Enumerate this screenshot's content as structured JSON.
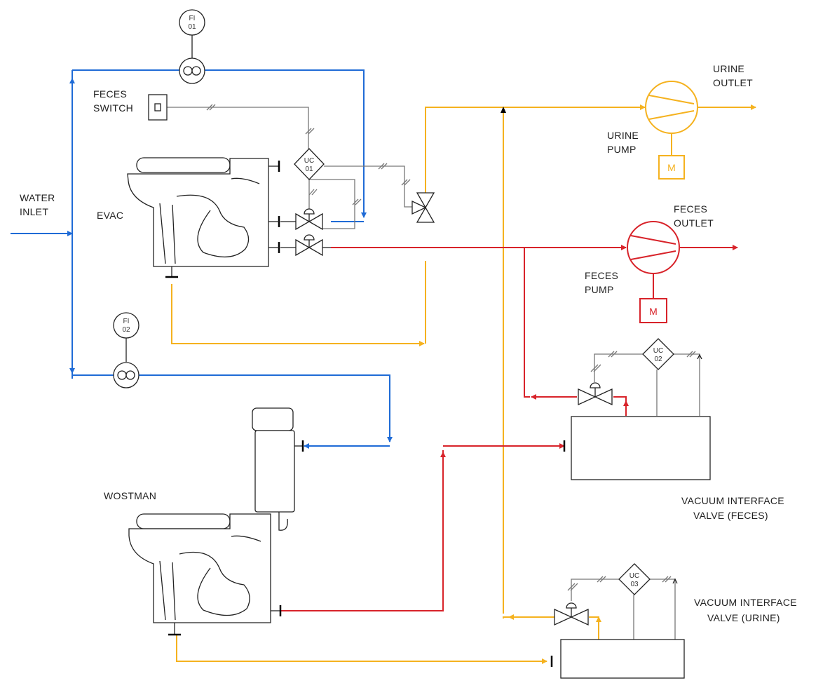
{
  "labels": {
    "water_inlet": [
      "WATER",
      "INLET"
    ],
    "evac": "EVAC",
    "feces_switch": [
      "FECES",
      "SWITCH"
    ],
    "urine_outlet": [
      "URINE",
      "OUTLET"
    ],
    "urine_pump": [
      "URINE",
      "PUMP"
    ],
    "feces_outlet": [
      "FECES",
      "OUTLET"
    ],
    "feces_pump": [
      "FECES",
      "PUMP"
    ],
    "wostman": "WOSTMAN",
    "vif": [
      "VACUUM INTERFACE",
      "VALVE (FECES)"
    ],
    "viu": [
      "VACUUM INTERFACE",
      "VALVE (URINE)"
    ]
  },
  "instruments": {
    "fi01": [
      "FI",
      "01"
    ],
    "fi02": [
      "FI",
      "02"
    ],
    "uc01": [
      "UC",
      "01"
    ],
    "uc02": [
      "UC",
      "02"
    ],
    "uc03": [
      "UC",
      "03"
    ]
  },
  "motor": "M",
  "colors": {
    "water": "#1f6bd6",
    "urine": "#f5b21f",
    "feces": "#d8232a",
    "signal": "#777777"
  }
}
